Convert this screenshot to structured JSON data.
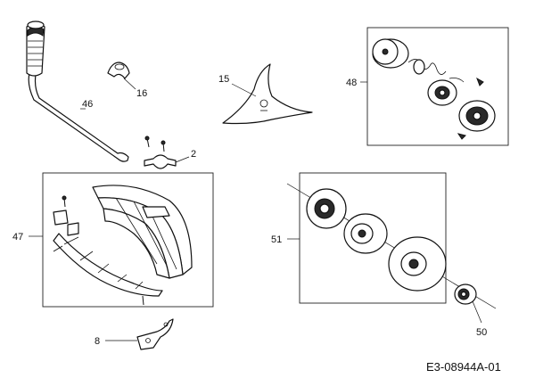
{
  "diagram": {
    "drawing_code": "E3-08944A-01",
    "callouts": {
      "p46": "46",
      "p16": "16",
      "p15": "15",
      "p48": "48",
      "p2": "2",
      "p47": "47",
      "p51": "51",
      "p8": "8",
      "p50": "50"
    }
  }
}
